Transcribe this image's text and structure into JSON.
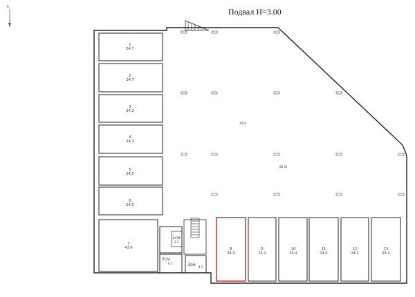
{
  "title": "Подвал H=3.00",
  "compass_letter": "c",
  "rooms": [
    {
      "num": "1",
      "area": "24.7"
    },
    {
      "num": "2",
      "area": "24.7"
    },
    {
      "num": "3",
      "area": "24.2"
    },
    {
      "num": "4",
      "area": "24.2"
    },
    {
      "num": "5",
      "area": "24.5"
    },
    {
      "num": "6",
      "area": "24.5"
    },
    {
      "num": "7",
      "area": "43.6"
    },
    {
      "num": "8",
      "area": "24.9"
    },
    {
      "num": "9",
      "area": "24.2"
    },
    {
      "num": "10",
      "area": "24.4"
    },
    {
      "num": "11",
      "area": "24.5"
    },
    {
      "num": "12",
      "area": "24.2"
    },
    {
      "num": "13",
      "area": "24.2"
    }
  ],
  "small_rooms": [
    {
      "label": "1см",
      "area": "2.2"
    },
    {
      "label": "2см",
      "area": "6.0"
    },
    {
      "label": "3см",
      "area": "4.2"
    }
  ],
  "hall": {
    "area": "28.35",
    "height_note": "3028"
  },
  "highlight_color": "#c0392b"
}
